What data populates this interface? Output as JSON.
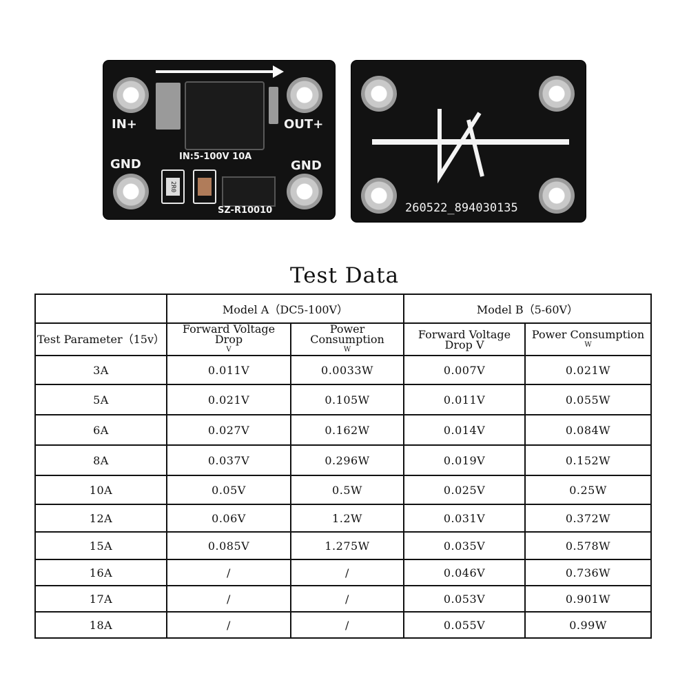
{
  "board_a": {
    "in_plus": "IN+",
    "out_plus": "OUT+",
    "gnd_left": "GND",
    "gnd_right": "GND",
    "rating": "IN:5-100V 10A",
    "model": "SZ-R10010",
    "resistor_code": "2R0"
  },
  "board_b": {
    "serial": "260522_894030135",
    "symbol": "diode-symbol"
  },
  "title": "Test Data",
  "table": {
    "model_a": "Model A（DC5-100V）",
    "model_b": "Model B（5-60V）",
    "param_header": "Test Parameter（15v）",
    "a_fvd": "Forward Voltage Drop",
    "a_fvd_unit": "V",
    "a_pc": "Power Consumption",
    "a_pc_unit": "W",
    "b_fvd_line1": "Forward Voltage",
    "b_fvd_line2": "Drop V",
    "b_pc": "Power Consumption",
    "b_pc_unit": "W",
    "rows": [
      {
        "param": "3A",
        "a_v": "0.011V",
        "a_w": "0.0033W",
        "b_v": "0.007V",
        "b_w": "0.021W"
      },
      {
        "param": "5A",
        "a_v": "0.021V",
        "a_w": "0.105W",
        "b_v": "0.011V",
        "b_w": "0.055W"
      },
      {
        "param": "6A",
        "a_v": "0.027V",
        "a_w": "0.162W",
        "b_v": "0.014V",
        "b_w": "0.084W"
      },
      {
        "param": "8A",
        "a_v": "0.037V",
        "a_w": "0.296W",
        "b_v": "0.019V",
        "b_w": "0.152W"
      },
      {
        "param": "10A",
        "a_v": "0.05V",
        "a_w": "0.5W",
        "b_v": "0.025V",
        "b_w": "0.25W"
      },
      {
        "param": "12A",
        "a_v": "0.06V",
        "a_w": "1.2W",
        "b_v": "0.031V",
        "b_w": "0.372W"
      },
      {
        "param": "15A",
        "a_v": "0.085V",
        "a_w": "1.275W",
        "b_v": "0.035V",
        "b_w": "0.578W"
      },
      {
        "param": "16A",
        "a_v": "/",
        "a_w": "/",
        "b_v": "0.046V",
        "b_w": "0.736W"
      },
      {
        "param": "17A",
        "a_v": "/",
        "a_w": "/",
        "b_v": "0.053V",
        "b_w": "0.901W"
      },
      {
        "param": "18A",
        "a_v": "/",
        "a_w": "/",
        "b_v": "0.055V",
        "b_w": "0.99W"
      }
    ]
  }
}
